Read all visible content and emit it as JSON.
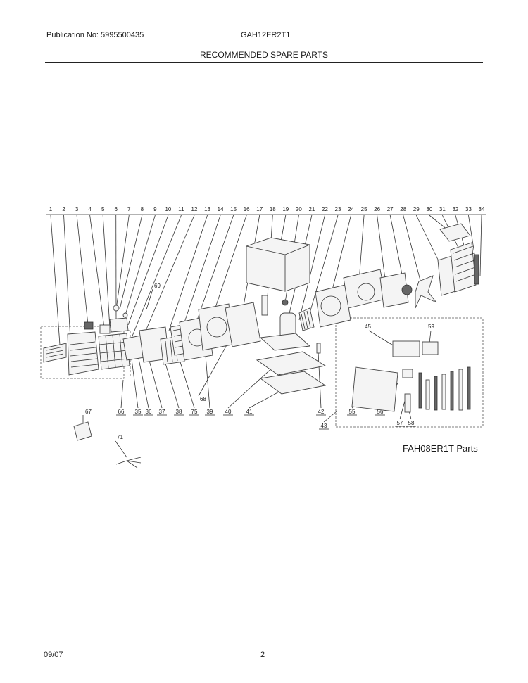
{
  "header": {
    "publication": "Publication No: 5995500435",
    "model": "GAH12ER2T1",
    "title": "RECOMMENDED SPARE PARTS"
  },
  "diagram": {
    "top_labels": [
      "1",
      "2",
      "3",
      "4",
      "5",
      "6",
      "7",
      "8",
      "9",
      "10",
      "11",
      "12",
      "13",
      "14",
      "15",
      "16",
      "17",
      "18",
      "19",
      "20",
      "21",
      "22",
      "23",
      "24",
      "25",
      "26",
      "27",
      "28",
      "29",
      "30",
      "31",
      "32",
      "33",
      "34"
    ],
    "bottom_labels": [
      "66",
      "35",
      "36",
      "37",
      "38",
      "75",
      "39",
      "40",
      "41",
      "42",
      "43",
      "55",
      "56",
      "57",
      "58"
    ],
    "side_labels": [
      "69",
      "68",
      "67",
      "71",
      "45",
      "59"
    ],
    "inset_caption": "FAH08ER1T Parts"
  },
  "footer": {
    "date": "09/07",
    "page": "2"
  }
}
